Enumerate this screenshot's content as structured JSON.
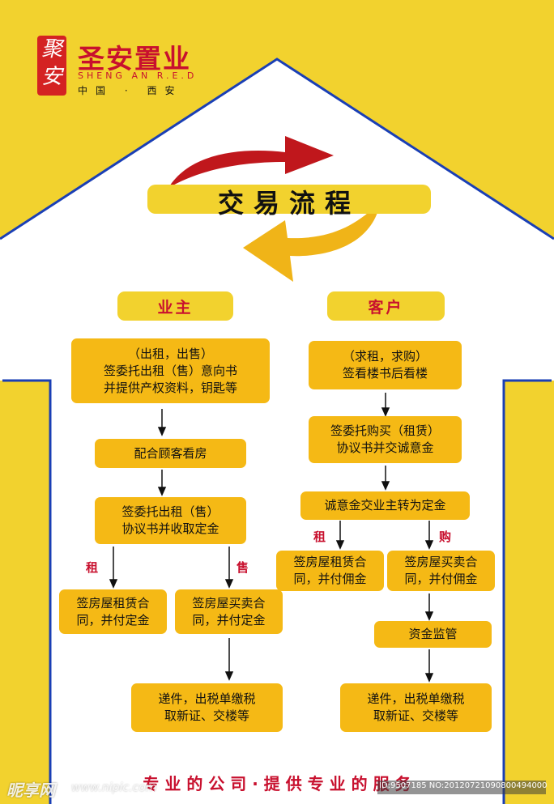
{
  "brand": {
    "name": "圣安置业",
    "name_en": "SHENG AN R.E.D",
    "location": "中国 · 西安",
    "seal_text": "聚安"
  },
  "title": "交易流程",
  "colors": {
    "yellow": "#f2d22e",
    "box_orange": "#f5b915",
    "red": "#c8102e",
    "blue": "#1a3fb5"
  },
  "owner": {
    "heading": "业主",
    "step1": [
      "（出租，出售）",
      "签委托出租（售）意向书",
      "并提供产权资料，钥匙等"
    ],
    "step2": [
      "配合顾客看房"
    ],
    "step3": [
      "签委托出租（售）",
      "协议书并收取定金"
    ],
    "branch_rent": "租",
    "branch_sell": "售",
    "rent_contract": [
      "签房屋租赁合",
      "同，并付定金"
    ],
    "sale_contract": [
      "签房屋买卖合",
      "同，并付定金"
    ],
    "final": [
      "递件，出税单缴税",
      "取新证、交楼等"
    ]
  },
  "client": {
    "heading": "客户",
    "step1": [
      "（求租，求购）",
      "签看楼书后看楼"
    ],
    "step2": [
      "签委托购买（租赁）",
      "协议书并交诚意金"
    ],
    "step3": [
      "诚意金交业主转为定金"
    ],
    "branch_rent": "租",
    "branch_buy": "购",
    "rent_contract": [
      "签房屋租赁合",
      "同，并付佣金"
    ],
    "sale_contract": [
      "签房屋买卖合",
      "同，并付佣金"
    ],
    "escrow": [
      "资金监管"
    ],
    "final": [
      "递件，出税单缴税",
      "取新证、交楼等"
    ]
  },
  "footer": {
    "slogan": "专 业 的 公 司 · 提 供 专 业 的 服 务",
    "watermark_logo": "昵享网",
    "watermark_url": "www.nipic.com",
    "watermark_id": "ID:9507185 NO:20120721090800494000"
  }
}
